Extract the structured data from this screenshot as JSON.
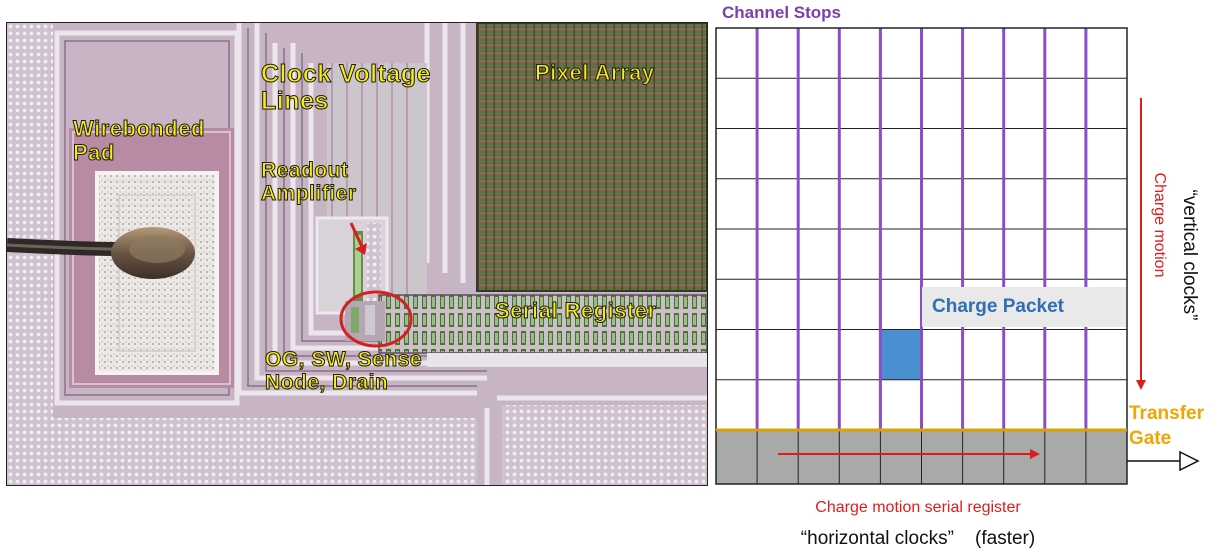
{
  "micrograph": {
    "labels": {
      "clock_voltage_line1": "Clock Voltage",
      "clock_voltage_line2": "Lines",
      "pixel_array": "Pixel Array",
      "wirebonded_line1": "Wirebonded",
      "wirebonded_line2": "Pad",
      "readout_line1": "Readout",
      "readout_line2": "Amplifier",
      "serial_register": "Serial Register",
      "og_line1": "OG, SW, Sense",
      "og_line2": "Node, Drain"
    },
    "colors": {
      "label_fill": "#f5ec1a",
      "callout": "#d42020",
      "pad_fill": "#b98aa4"
    }
  },
  "schematic": {
    "title": "Channel Stops",
    "charge_packet_label": "Charge Packet",
    "vertical_clocks_label": "“vertical clocks”",
    "charge_motion_label": "Charge motion",
    "transfer_gate_line1": "Transfer",
    "transfer_gate_line2": "Gate",
    "serial_motion_label": "Charge motion serial register",
    "horizontal_clocks_label": "“horizontal clocks”    (faster)",
    "grid": {
      "columns": 10,
      "rows": 8
    },
    "charge_packet_cell": {
      "column": 4,
      "row": 6
    },
    "colors": {
      "channel_stop": "#8a4fc6",
      "charge_packet": "#4a8fd0",
      "transfer_gate": "#d9a400",
      "serial_register": "#a9a9a9",
      "arrow": "#e01b1b"
    }
  }
}
